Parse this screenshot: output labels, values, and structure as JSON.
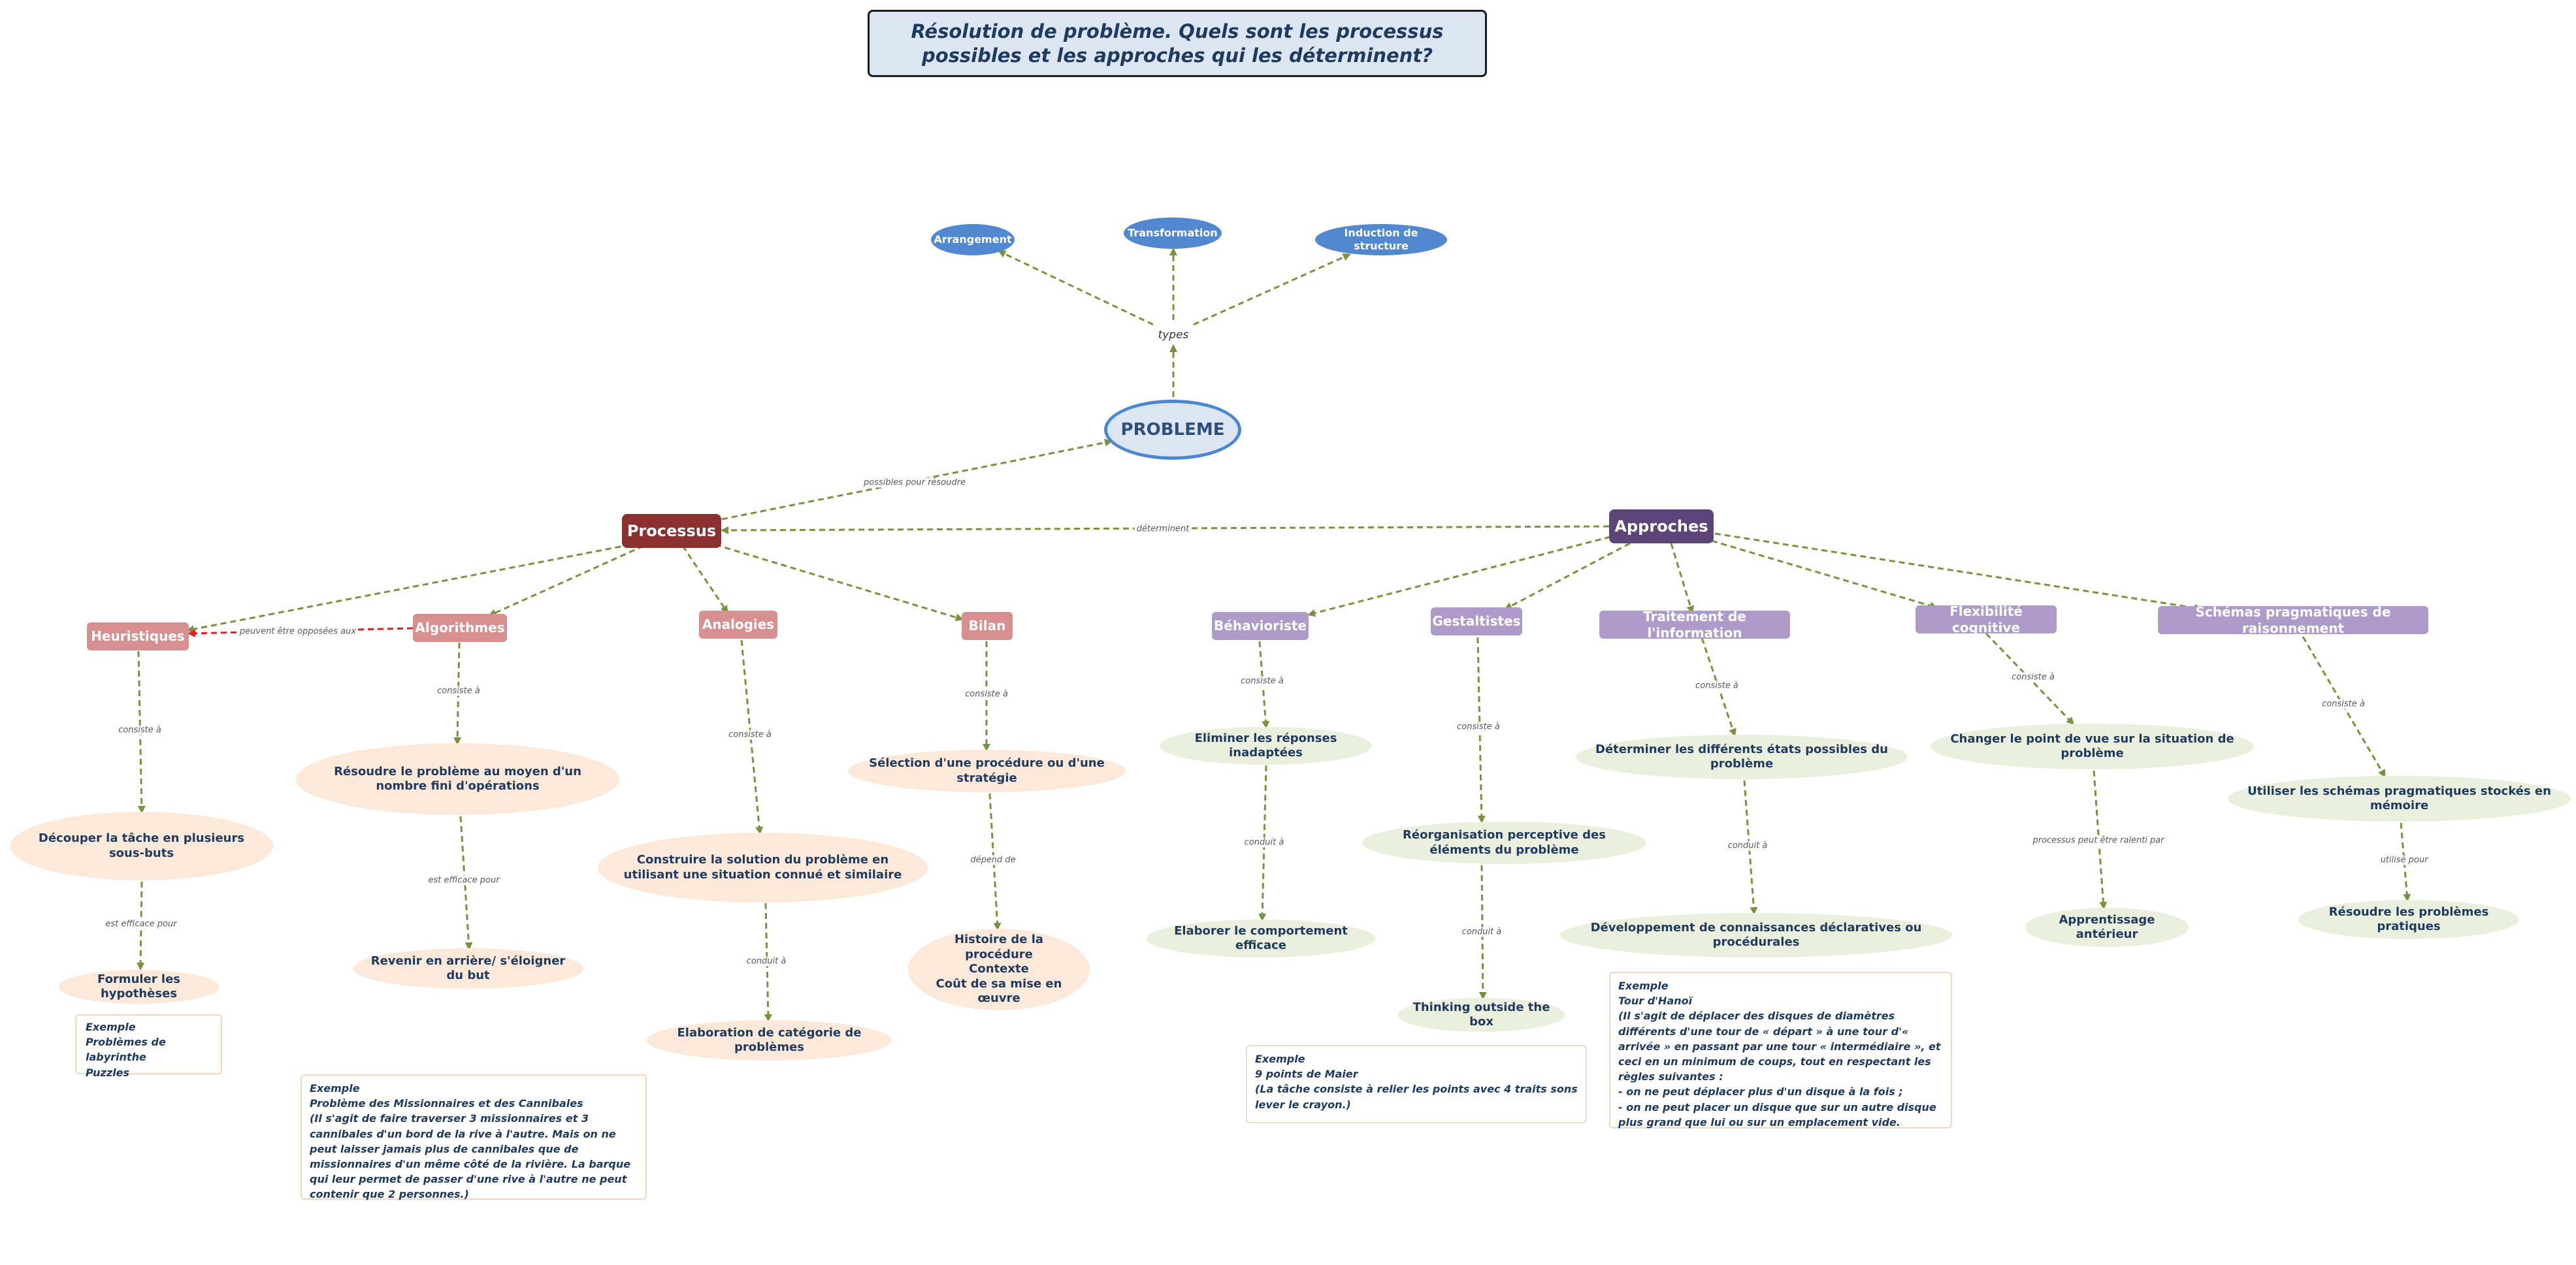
{
  "title": "Résolution de problème. Quels sont les processus possibles et les approches qui les déterminent?",
  "types": {
    "arrangement": "Arrangement",
    "transformation": "Transformation",
    "induction": "Induction de structure"
  },
  "probleme": "PROBLEME",
  "processus": {
    "label": "Processus",
    "heuristiques": "Heuristiques",
    "algorithmes": "Algorithmes",
    "analogies": "Analogies",
    "bilan": "Bilan"
  },
  "approches": {
    "label": "Approches",
    "behavioriste": "Béhavioriste",
    "gestaltistes": "Gestaltistes",
    "traitement": "Traitement de l'information",
    "flexibilite": "Flexibilité cognitive",
    "schemas": "Schémas pragmatiques de raisonnement"
  },
  "leaves": {
    "decouper": "Découper la tâche en plusieurs sous-buts",
    "formuler": "Formuler les hypothèses",
    "resoudre_fini": "Résoudre le problème au moyen d'un nombre fini d'opérations",
    "revenir": "Revenir en arrière/ s'éloigner du but",
    "construire": "Construire la solution du problème en utilisant une situation connué et similaire",
    "elaboration_cat": "Elaboration  de catégorie de problèmes",
    "selection": "Sélection d'une procédure ou d'une stratégie",
    "histoire": [
      "Histoire de la procédure",
      "Contexte",
      "Coût de sa mise en œuvre"
    ],
    "eliminer": "Eliminer  les réponses inadaptées",
    "elaborer_comp": "Elaborer le comportement efficace",
    "reorganisation": "Réorganisation perceptive des éléments du problème",
    "thinking": "Thinking outside the box",
    "determiner": "Déterminer les différents états possibles du problème",
    "developpement": "Développement de connaissances déclaratives ou procédurales",
    "changer": "Changer  le point de vue sur la situation de problème",
    "apprentissage": "Apprentissage antérieur",
    "utiliser": "Utiliser les schémas pragmatiques stockés en mémoire",
    "resoudre_prat": "Résoudre  les problèmes pratiques"
  },
  "edge_labels": {
    "types": "types",
    "possibles": "possibles pour résoudre",
    "determinent": "déterminent",
    "opposees": "peuvent être opposées aux",
    "consiste_a": "consiste à",
    "est_efficace": "est efficace pour",
    "conduit_a": "conduit à",
    "depend_de": "dépend de",
    "ralenti": "processus peut être ralenti par",
    "utilise_pour": "utilisé pour"
  },
  "examples": {
    "heuristiques": [
      "Exemple",
      "Problèmes de labyrinthe",
      "Puzzles"
    ],
    "algorithmes": [
      "Exemple",
      "Problème des Missionnaires et des Cannibales",
      "(Il s'agit de faire traverser 3 missionnaires et 3 cannibales d'un bord de la rive à l'autre. Mais on ne peut laisser jamais plus de cannibales que de missionnaires d'un même côté de la rivière. La barque qui leur permet de passer d'une rive à l'autre ne peut contenir que 2 personnes.)"
    ],
    "gestalt": [
      "Exemple",
      "9  points de Maier",
      "(La tâche consiste à relier les points avec 4 traits sons lever le crayon.)"
    ],
    "traitement": [
      "Exemple",
      "Tour d'Hanoï",
      "(Il s'agit de déplacer des disques de diamètres différents d'une tour de « départ » à une tour d'« arrivée » en passant par une tour « intermédiaire », et ceci en un minimum de coups, tout en respectant les règles suivantes :",
      "- on ne peut déplacer plus d'un disque à la fois ;",
      "- on ne peut placer un disque que sur un autre disque plus grand que lui ou sur un emplacement vide."
    ]
  },
  "colors": {
    "edge": "#77933c",
    "edge_red": "#e02020",
    "type_blue": "#5188cf",
    "processus": "#8b2f2f",
    "approches": "#5c4479"
  }
}
